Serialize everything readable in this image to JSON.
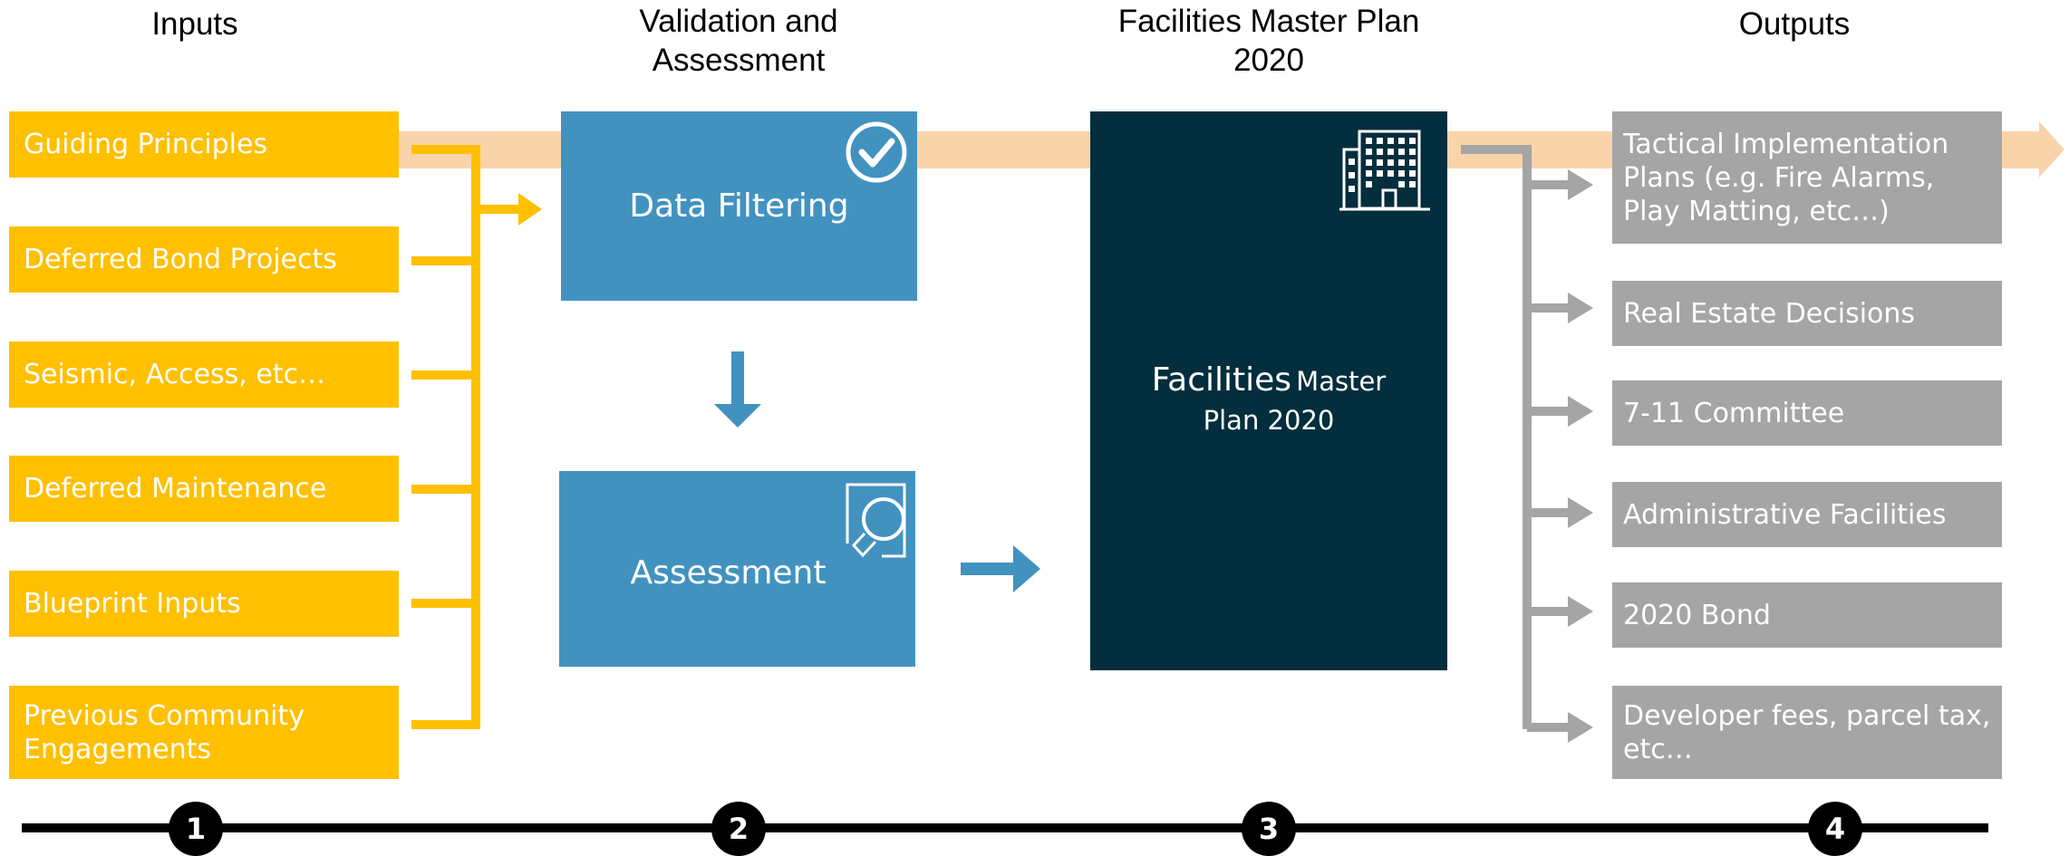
{
  "columns": {
    "inputs_title": "Inputs",
    "validation_title_line1": "Validation and",
    "validation_title_line2": "Assessment",
    "fmp_title_line1": "Facilities Master Plan",
    "fmp_title_line2": "2020",
    "outputs_title": "Outputs"
  },
  "inputs": [
    "Guiding Principles",
    "Deferred Bond Projects",
    "Seismic, Access, etc…",
    "Deferred Maintenance",
    "Blueprint Inputs",
    "Previous Community Engagements"
  ],
  "validation": {
    "data_filtering": "Data Filtering",
    "assessment": "Assessment"
  },
  "fmp": {
    "label_part1": "Facilities",
    "label_part2": "Master",
    "label_line2": "Plan 2020"
  },
  "outputs": [
    "Tactical Implementation Plans (e.g. Fire Alarms, Play Matting, etc…)",
    "Real Estate Decisions",
    "7-11 Committee",
    "Administrative Facilities",
    "2020 Bond",
    "Developer fees, parcel tax, etc…"
  ],
  "steps": [
    "1",
    "2",
    "3",
    "4"
  ],
  "icons": {
    "check": "check-circle-icon",
    "magnifier": "document-search-icon",
    "building": "office-building-icon"
  },
  "colors": {
    "input": "#ffc000",
    "blue": "#4292c0",
    "navy": "#032e3d",
    "output": "#a5a5a5",
    "band": "#f8ceA0"
  }
}
